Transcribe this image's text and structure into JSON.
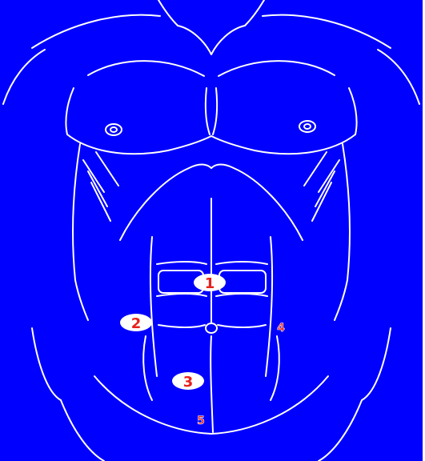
{
  "figure": {
    "background_color": "#0000FF",
    "line_color": "#FFFFFF",
    "marker_number_color": "#E8201C",
    "marker_fill_color": "#FFFFFF"
  },
  "markers": [
    {
      "label": "1",
      "style": "oval"
    },
    {
      "label": "2",
      "style": "oval"
    },
    {
      "label": "3",
      "style": "oval"
    },
    {
      "label": "4",
      "style": "plain"
    },
    {
      "label": "5",
      "style": "plain"
    }
  ]
}
